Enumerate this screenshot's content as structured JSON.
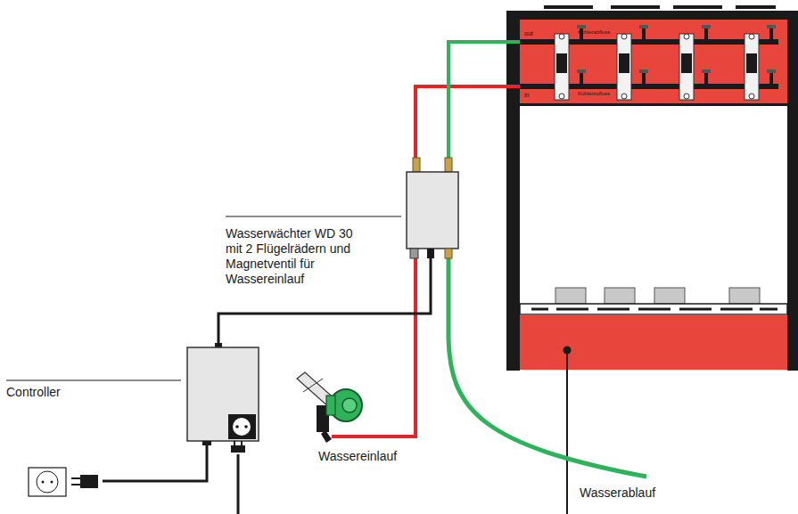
{
  "diagram": {
    "labels": [
      "out",
      "Kühlerabfluss",
      "in",
      "Kühlerzufluss",
      "Wasserwächter WD 30 mit 2 Flügelrädern und Magnetventil für Wassereinlauf",
      "Controller",
      "Wassereinlauf",
      "Wasserablauf"
    ]
  }
}
